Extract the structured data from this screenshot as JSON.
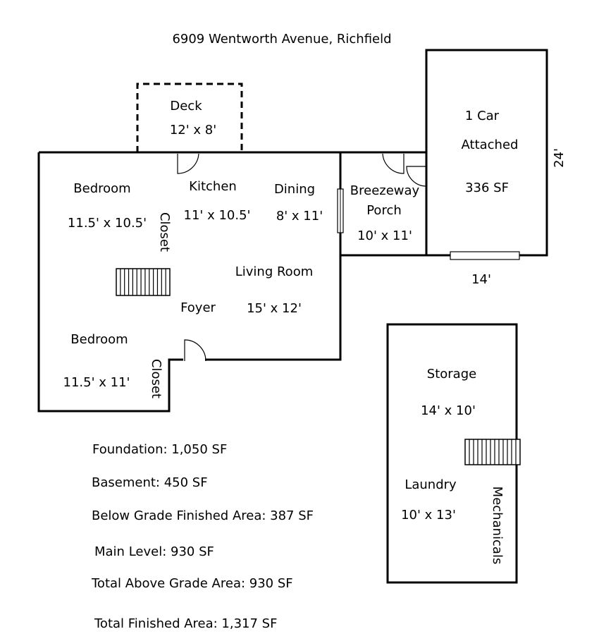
{
  "address": "6909 Wentworth Avenue, Richfield",
  "rooms": {
    "deck": {
      "name": "Deck",
      "size": "12' x 8'"
    },
    "bedroom_1": {
      "name": "Bedroom",
      "size": "11.5' x 10.5'"
    },
    "closet_1": "Closet",
    "kitchen": {
      "name": "Kitchen",
      "size": "11' x 10.5'"
    },
    "dining": {
      "name": "Dining",
      "size": "8' x 11'"
    },
    "breezeway": {
      "name": "Breezeway",
      "name2": "Porch",
      "size": "10' x 11'"
    },
    "garage": {
      "line1": "1 Car",
      "line2": "Attached",
      "area": "336 SF",
      "depth": "24'",
      "width": "14'"
    },
    "living_room": {
      "name": "Living Room",
      "size": "15' x 12'"
    },
    "foyer": "Foyer",
    "bedroom_2": {
      "name": "Bedroom",
      "size": "11.5' x 11'"
    },
    "closet_2": "Closet",
    "storage": {
      "name": "Storage",
      "size": "14' x 10'"
    },
    "laundry": {
      "name": "Laundry",
      "size": "10' x 13'"
    },
    "mechanicals": "Mechanicals"
  },
  "summary": {
    "foundation": "Foundation: 1,050 SF",
    "basement": "Basement: 450 SF",
    "below_grade": "Below Grade Finished Area: 387 SF",
    "main_level": "Main Level: 930 SF",
    "above_grade": "Total Above Grade Area: 930 SF",
    "total_finished": "Total Finished Area: 1,317 SF"
  }
}
